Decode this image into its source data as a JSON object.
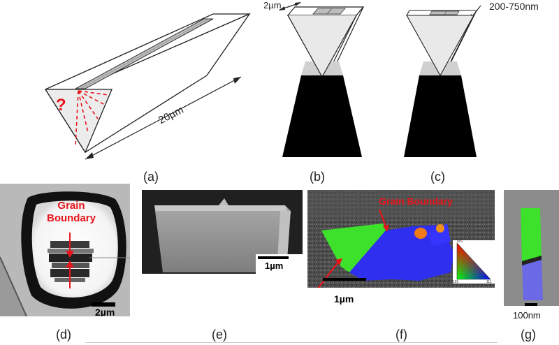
{
  "captions": [
    "(a)",
    "(b)",
    "(c)",
    "(d)",
    "(e)",
    "(f)",
    "(g)"
  ],
  "panel_a": {
    "question_mark": "?",
    "length_label": "20µm"
  },
  "panel_b": {
    "width_label": "2µm"
  },
  "panel_c": {
    "thickness_label": "200-750nm"
  },
  "panel_d": {
    "annotation": "Grain Boundary",
    "scalebar": "2µm"
  },
  "panel_e": {
    "scalebar": "1µm"
  },
  "panel_f": {
    "annotation": "Grain Boundary",
    "scalebar": "1µm",
    "ipf_labels": [
      "001",
      "101",
      "111"
    ]
  },
  "panel_g": {
    "scalebar": "100nm"
  },
  "colors": {
    "annotation_red": "#e8141b",
    "grain_green": "#3de02b",
    "grain_blue": "#2f2ff0",
    "grain_orange": "#f07a18",
    "sample_black": "#000000",
    "sample_gray": "#d9d9d9"
  }
}
